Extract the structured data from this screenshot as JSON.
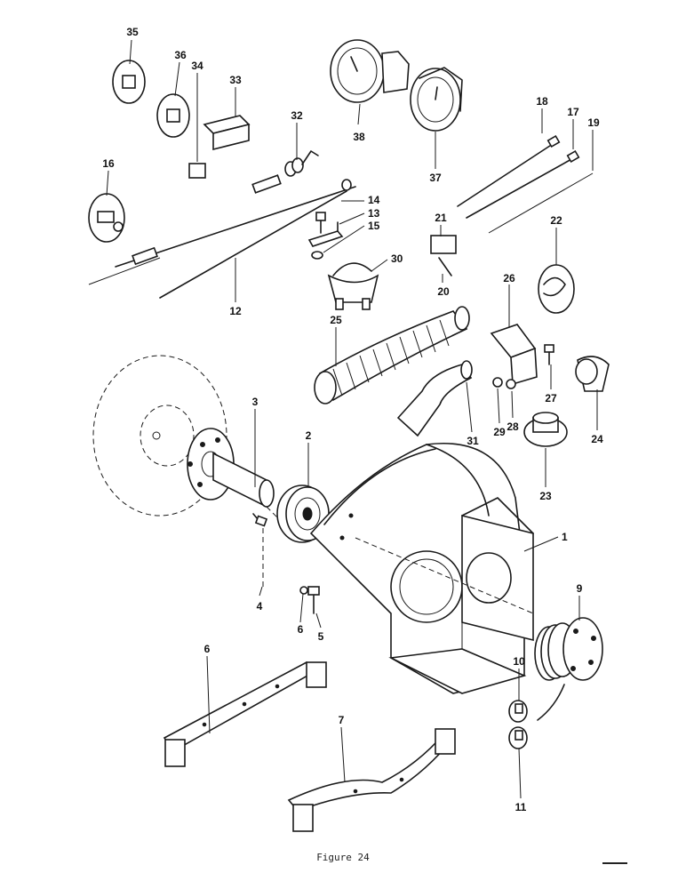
{
  "caption": "Figure 24",
  "part_numbers": {
    "p1": "1",
    "p2": "2",
    "p3": "3",
    "p4": "4",
    "p5": "5",
    "p6a": "6",
    "p6b": "6",
    "p7": "7",
    "p9": "9",
    "p10": "10",
    "p11": "11",
    "p12": "12",
    "p13": "13",
    "p14": "14",
    "p15": "15",
    "p16": "16",
    "p17": "17",
    "p18": "18",
    "p19": "19",
    "p20": "20",
    "p21": "21",
    "p22": "22",
    "p23": "23",
    "p24": "24",
    "p25": "25",
    "p26": "26",
    "p27": "27",
    "p28": "28",
    "p29": "29",
    "p30": "30",
    "p31": "31",
    "p32": "32",
    "p33": "33",
    "p34": "34",
    "p35": "35",
    "p36": "36",
    "p37": "37",
    "p38": "38"
  }
}
